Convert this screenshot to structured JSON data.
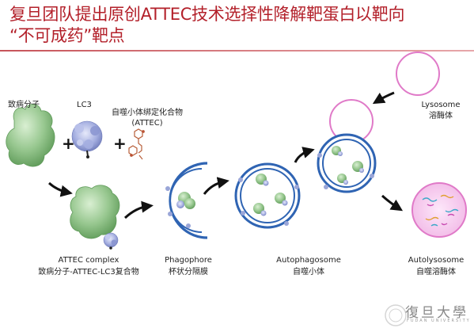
{
  "title": {
    "line1": "复旦团队提出原创ATTEC技术选择性降解靶蛋白以靶向",
    "line2": "“不可成药”靶点"
  },
  "labels": {
    "poi": "致病分子",
    "lc3": "LC3",
    "attec_cn": "自噬小体绑定化合物",
    "attec_en": "(ATTEC)",
    "complex_en": "ATTEC complex",
    "complex_cn": "致病分子-ATTEC-LC3复合物",
    "phagophore_en": "Phagophore",
    "phagophore_cn": "杯状分隔膜",
    "autophagosome_en": "Autophagosome",
    "autophagosome_cn": "自噬小体",
    "lysosome_en": "Lysosome",
    "lysosome_cn": "溶酶体",
    "autolysosome_en": "Autolysosome",
    "autolysosome_cn": "自噬溶酶体"
  },
  "plus_sign": "+",
  "logo": {
    "text": "復旦大學",
    "sub": "FUDAN UNIVERSITY"
  },
  "colors": {
    "title": "#b3202a",
    "protein": "#8fc28a",
    "lc3": "#9aa6d8",
    "membrane": "#2f64b3",
    "lysosome": "#e07ac8",
    "autolysosome_fill": "#f6c9ef"
  }
}
